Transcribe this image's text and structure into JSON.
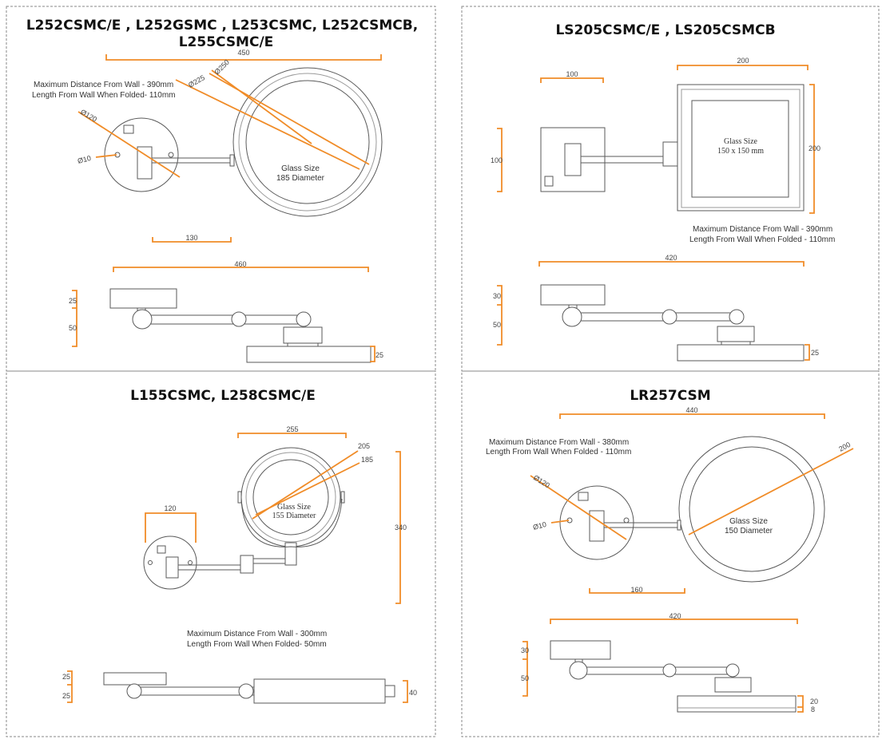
{
  "panels": [
    {
      "title_lines": [
        "L252CSMC/E , L252GSMC , L253CSMC,  L252CSMCB,",
        "L255CSMC/E"
      ],
      "notes": [
        "Maximum Distance From Wall - 390mm",
        "Length From Wall When Folded- 110mm"
      ],
      "glass": [
        "Glass Size",
        "185 Diameter"
      ],
      "dims": {
        "top_width": "450",
        "d_outer": "Ø250",
        "d_inner": "Ø225",
        "d_base": "Ø120",
        "d_screw": "Ø10",
        "base_offset": "130",
        "side_width": "460",
        "side_h1": "25",
        "side_h2": "50",
        "side_h3": "25"
      }
    },
    {
      "title_lines": [
        "LS205CSMC/E , LS205CSMCB"
      ],
      "notes": [
        "Maximum Distance From Wall - 390mm",
        "Length From Wall When Folded - 110mm"
      ],
      "glass": [
        "Glass Size",
        "150 x 150 mm"
      ],
      "dims": {
        "base_w": "100",
        "mirror_w": "200",
        "base_h": "100",
        "mirror_h": "200",
        "side_width": "420",
        "side_h1": "30",
        "side_h2": "50",
        "side_h3": "25"
      }
    },
    {
      "title_lines": [
        "L155CSMC, L258CSMC/E"
      ],
      "notes": [
        "Maximum Distance From Wall - 300mm",
        "Length From Wall When Folded- 50mm"
      ],
      "glass": [
        "Glass Size",
        "155 Diameter"
      ],
      "dims": {
        "mirror_w": "255",
        "d_outer": "205",
        "d_inner": "185",
        "base_w": "120",
        "height": "340",
        "side_h1": "25",
        "side_h2": "25",
        "side_h3": "40"
      }
    },
    {
      "title_lines": [
        "LR257CSM"
      ],
      "notes": [
        "Maximum Distance From Wall - 380mm",
        "Length From Wall When Folded - 110mm"
      ],
      "glass": [
        "Glass Size",
        "150 Diameter"
      ],
      "dims": {
        "top_width": "440",
        "d_outer": "200",
        "d_base": "Ø120",
        "d_screw": "Ø10",
        "base_offset": "160",
        "side_width": "420",
        "side_h1": "30",
        "side_h2": "50",
        "side_h3": "20",
        "side_h4": "8"
      }
    }
  ]
}
